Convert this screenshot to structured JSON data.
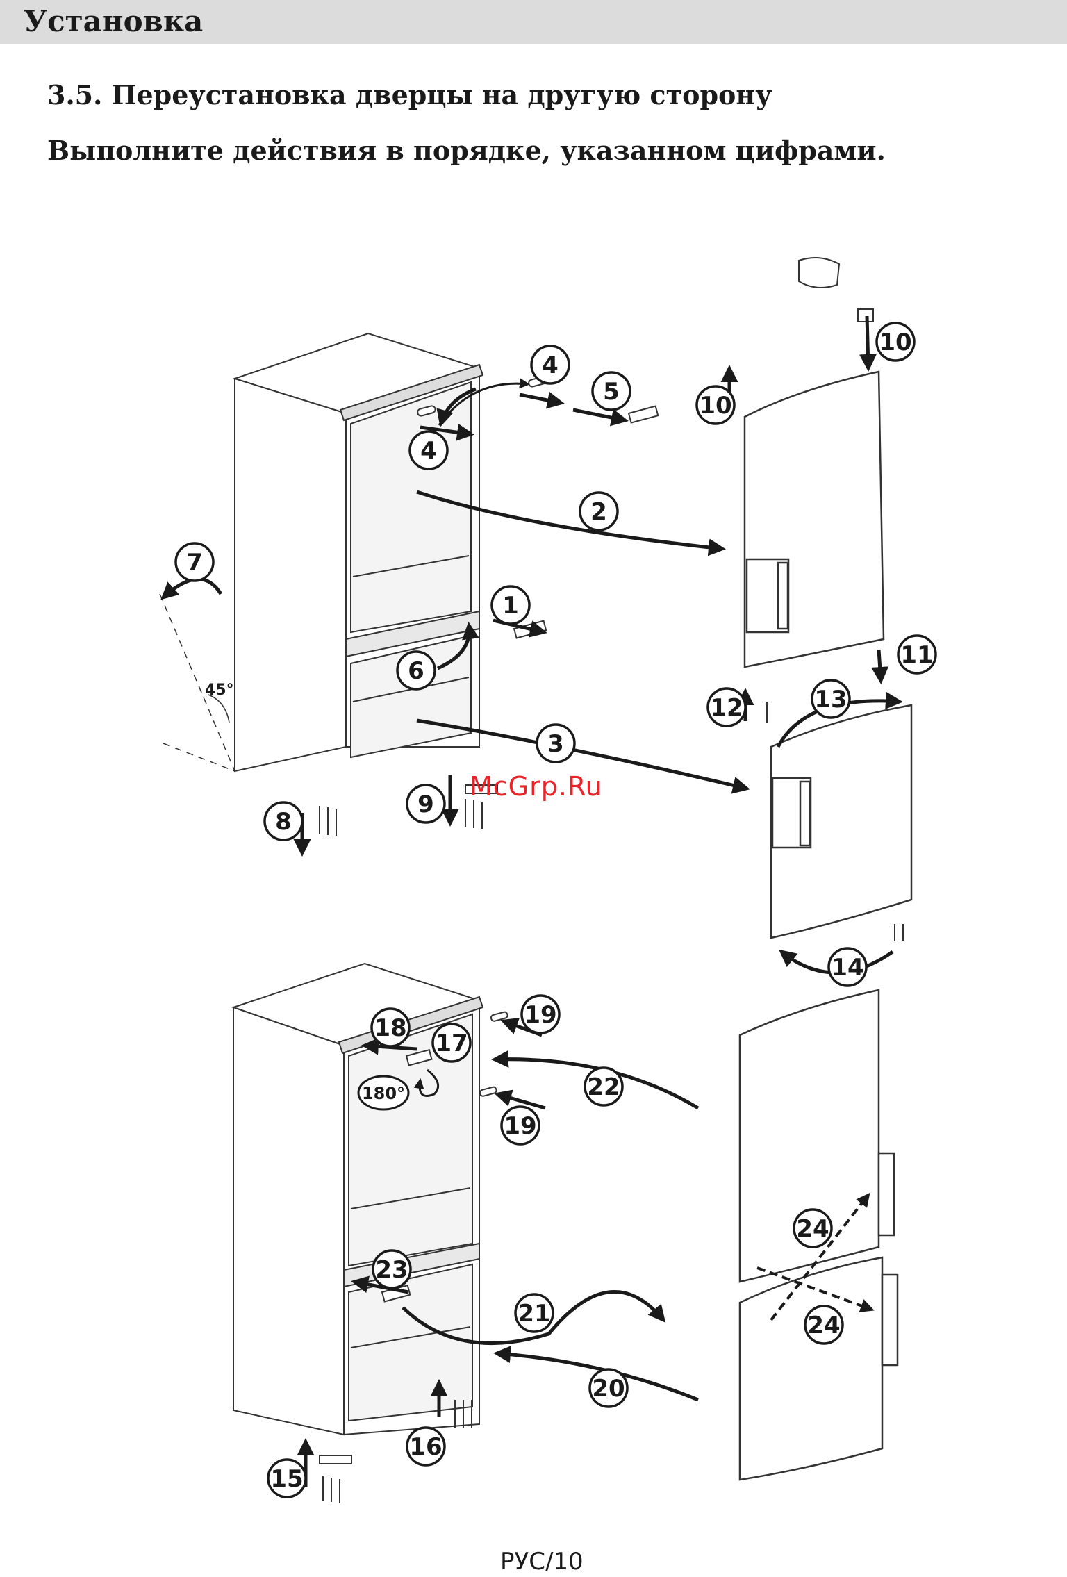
{
  "header": {
    "title": "Установка"
  },
  "section": {
    "title": "3.5. Переустановка дверцы на другую сторону",
    "instruction": "Выполните действия в порядке, указанном цифрами."
  },
  "diagram": {
    "angle_label": "45°",
    "rotation_label": "180°",
    "steps_top": [
      "1",
      "2",
      "3",
      "4",
      "4",
      "5",
      "6",
      "7",
      "8",
      "9",
      "10",
      "10",
      "11",
      "12",
      "13",
      "14"
    ],
    "steps_bottom": [
      "15",
      "16",
      "17",
      "18",
      "19",
      "19",
      "20",
      "21",
      "22",
      "23",
      "24",
      "24"
    ]
  },
  "watermark": "McGrp.Ru",
  "footer": {
    "page_number": "РУС/10"
  }
}
